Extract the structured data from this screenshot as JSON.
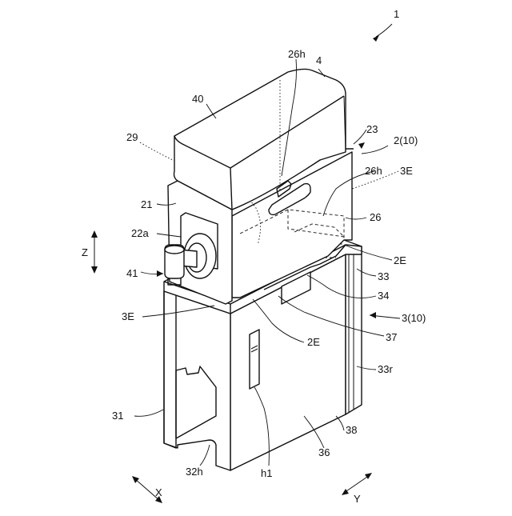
{
  "labels": {
    "l_1": "1",
    "l_4": "4",
    "l_26h_top": "26h",
    "l_40": "40",
    "l_23": "23",
    "l_2_10": "2(10)",
    "l_29": "29",
    "l_26h_mid": "26h",
    "l_3E_right": "3E",
    "l_21": "21",
    "l_26": "26",
    "l_22a": "22a",
    "l_Z": "Z",
    "l_2E_right": "2E",
    "l_41": "41",
    "l_33": "33",
    "l_34": "34",
    "l_3E_left": "3E",
    "l_3_10": "3(10)",
    "l_2E_bottom": "2E",
    "l_37": "37",
    "l_33r": "33r",
    "l_31": "31",
    "l_38": "38",
    "l_36": "36",
    "l_32h": "32h",
    "l_h1": "h1",
    "l_X": "X",
    "l_Y": "Y"
  }
}
